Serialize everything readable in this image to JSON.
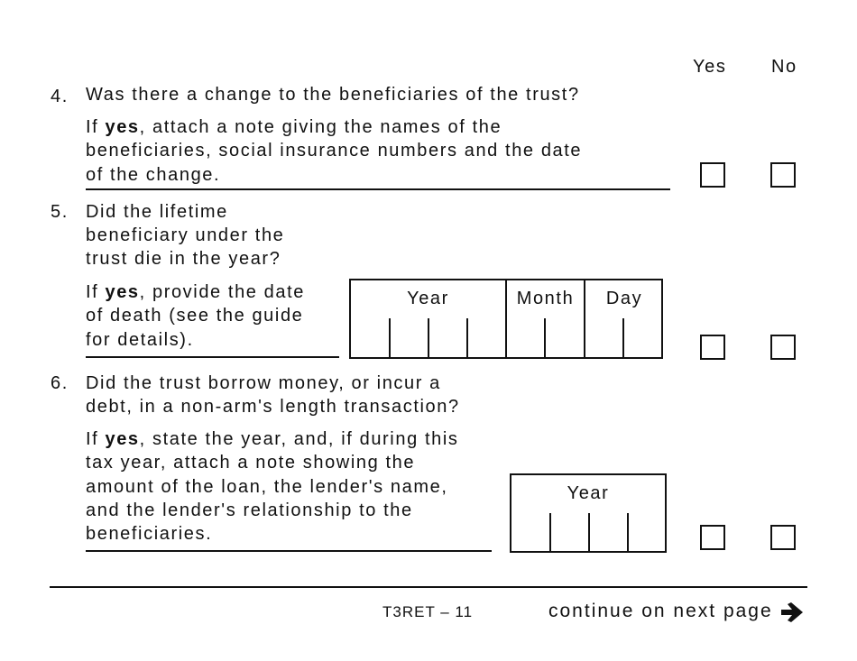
{
  "columns": {
    "yes": "Yes",
    "no": "No"
  },
  "questions": [
    {
      "number": "4.",
      "question_lines": [
        "Was there a change to the beneficiaries of the trust?"
      ],
      "instruction_prefix": "If ",
      "instruction_bold": "yes",
      "instruction_lines": [
        ", attach a note giving the names of the",
        "beneficiaries, social insurance numbers and the date",
        "of the change."
      ]
    },
    {
      "number": "5.",
      "question_lines": [
        "Did the lifetime",
        "beneficiary under the",
        "trust die in the year?"
      ],
      "instruction_prefix": "If ",
      "instruction_bold": "yes",
      "instruction_lines": [
        ", provide the date",
        "of death (see the guide",
        "for details)."
      ],
      "date_field": {
        "year": "Year",
        "month": "Month",
        "day": "Day"
      }
    },
    {
      "number": "6.",
      "question_lines": [
        "Did the trust borrow money, or incur a",
        "debt, in a non-arm's length transaction?"
      ],
      "instruction_prefix": "If ",
      "instruction_bold": "yes",
      "instruction_lines": [
        ", state the year, and, if during this",
        "tax year, attach a note showing the",
        "amount of the loan, the lender's name,",
        "and the lender's relationship to the",
        "beneficiaries."
      ],
      "year_field": {
        "year": "Year"
      }
    }
  ],
  "footer": {
    "form_code": "T3RET – 11",
    "continue_text": "continue on next page",
    "arrow_icon": "right-arrow-icon"
  }
}
